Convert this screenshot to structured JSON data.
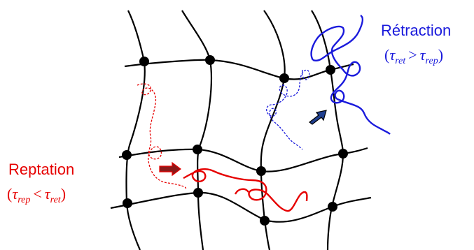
{
  "colors": {
    "network": "#000000",
    "reptation": "#e60000",
    "retraction": "#1a1adc",
    "reptation_arrow_fill": "#8b1a1a",
    "retraction_arrow_fill": "#1f3f8f"
  },
  "labels": {
    "retraction": {
      "title": "Rétraction",
      "tau": "τ",
      "sub_left": "ret",
      "relation": ">",
      "sub_right": "rep"
    },
    "reptation": {
      "title": "Reptation",
      "tau": "τ",
      "sub_left": "rep",
      "relation": "<",
      "sub_right": "ret"
    },
    "open_paren": "(",
    "close_paren": ")"
  }
}
